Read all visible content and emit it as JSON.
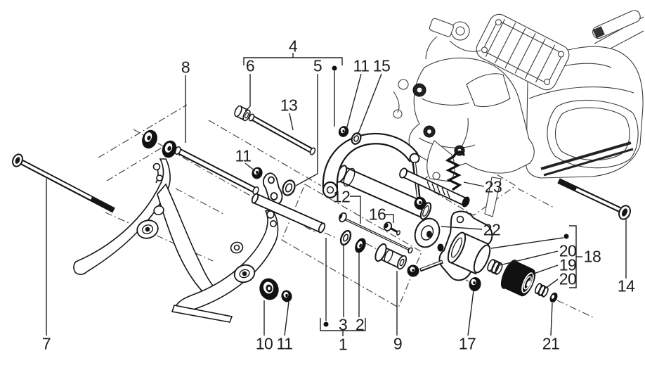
{
  "figure": {
    "kind": "exploded-parts-diagram",
    "subject": "Scooter engine swingarm / engine mount exploded view with numbered callouts",
    "visible_part_numbers": [
      "1",
      "2",
      "3",
      "4",
      "5",
      "6",
      "7",
      "8",
      "9",
      "10",
      "11",
      "12",
      "13",
      "14",
      "15",
      "16",
      "17",
      "18",
      "19",
      "20",
      "21",
      "22",
      "23"
    ]
  },
  "colors": {
    "background": "#ffffff",
    "part_line": "#161616",
    "engine_line": "#3a3a3a",
    "leader_line": "#222222",
    "centerline": "#4a4a4a",
    "callout_text": "#1c1c1c"
  },
  "groups": [
    {
      "bracket_label": "4",
      "members": [
        "6",
        "5"
      ]
    },
    {
      "bracket_label": "18",
      "members": [
        "20",
        "19",
        "20"
      ]
    },
    {
      "bracket_label": "1",
      "members": [
        "3",
        "2"
      ]
    }
  ],
  "callouts": [
    {
      "id": "callout-4",
      "label": "4"
    },
    {
      "id": "callout-6",
      "label": "6"
    },
    {
      "id": "callout-5",
      "label": "5"
    },
    {
      "id": "callout-11-top",
      "label": "11"
    },
    {
      "id": "callout-15",
      "label": "15"
    },
    {
      "id": "callout-8",
      "label": "8"
    },
    {
      "id": "callout-13",
      "label": "13"
    },
    {
      "id": "callout-11-mid",
      "label": "11"
    },
    {
      "id": "callout-12",
      "label": "12"
    },
    {
      "id": "callout-16",
      "label": "16"
    },
    {
      "id": "callout-23",
      "label": "23"
    },
    {
      "id": "callout-22",
      "label": "22"
    },
    {
      "id": "callout-20-upper",
      "label": "20"
    },
    {
      "id": "callout-18",
      "label": "18"
    },
    {
      "id": "callout-19",
      "label": "19"
    },
    {
      "id": "callout-20-lower",
      "label": "20"
    },
    {
      "id": "callout-14",
      "label": "14"
    },
    {
      "id": "callout-3",
      "label": "3"
    },
    {
      "id": "callout-2",
      "label": "2"
    },
    {
      "id": "callout-7",
      "label": "7"
    },
    {
      "id": "callout-10",
      "label": "10"
    },
    {
      "id": "callout-11-bottom",
      "label": "11"
    },
    {
      "id": "callout-1",
      "label": "1"
    },
    {
      "id": "callout-9",
      "label": "9"
    },
    {
      "id": "callout-17",
      "label": "17"
    },
    {
      "id": "callout-21",
      "label": "21"
    }
  ]
}
